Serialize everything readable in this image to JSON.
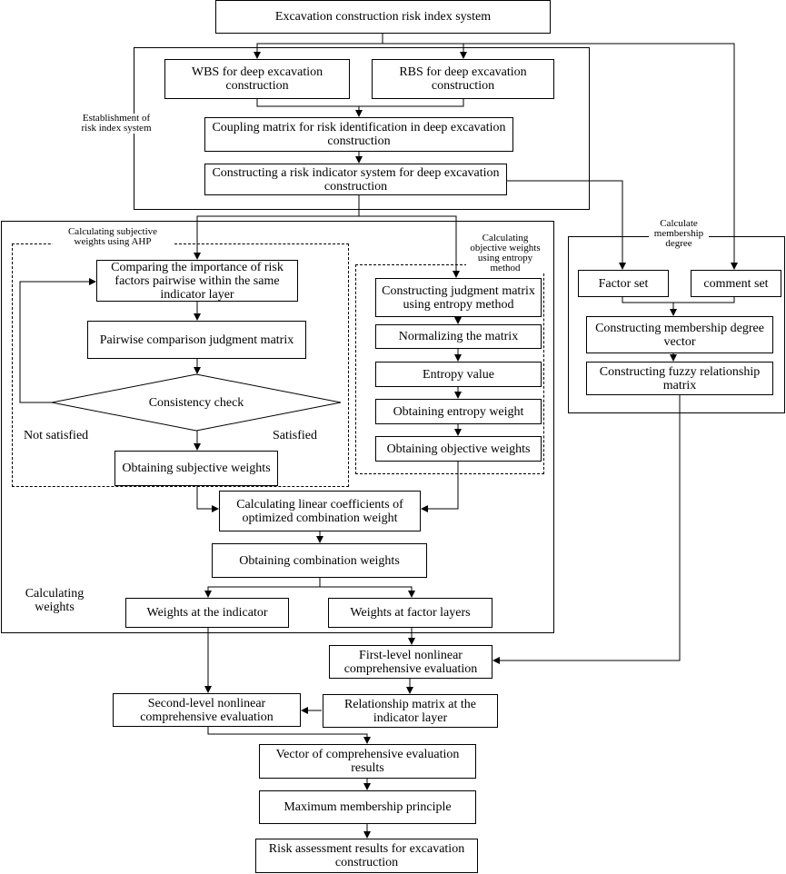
{
  "nodes": {
    "risk_index_system": "Excavation construction risk index system",
    "wbs": "WBS for deep excavation\nconstruction",
    "rbs": "RBS for deep excavation\nconstruction",
    "coupling_matrix": "Coupling matrix for risk identification in deep excavation\nconstruction",
    "constructing_indicator_system": "Constructing a risk indicator system for deep excavation\nconstruction",
    "comparing_importance": "Comparing the importance of risk\nfactors pairwise within the same\nindicator layer",
    "pairwise_matrix": "Pairwise comparison judgment matrix",
    "consistency_check": "Consistency check",
    "subjective_weights": "Obtaining subjective weights",
    "judgment_matrix_entropy": "Constructing judgment matrix\nusing entropy method",
    "normalizing": "Normalizing the matrix",
    "entropy_value": "Entropy value",
    "entropy_weight": "Obtaining entropy weight",
    "objective_weights": "Obtaining objective weights",
    "linear_coefficients": "Calculating linear coefficients of\noptimized combination weight",
    "combination_weights": "Obtaining combination weights",
    "weights_indicator": "Weights at the indicator",
    "weights_factor": "Weights at factor layers",
    "factor_set": "Factor set",
    "comment_set": "comment set",
    "membership_vector": "Constructing membership degree\nvector",
    "fuzzy_matrix": "Constructing fuzzy relationship\nmatrix",
    "first_level": "First-level nonlinear\ncomprehensive evaluation",
    "relationship_matrix": "Relationship matrix at the\nindicator layer",
    "second_level": "Second-level nonlinear\ncomprehensive evaluation",
    "evaluation_vector": "Vector of comprehensive evaluation\nresults",
    "max_membership": "Maximum membership principle",
    "final_results": "Risk assessment results for excavation\nconstruction"
  },
  "labels": {
    "establishment": "Establishment of\nrisk index system",
    "subjective_ahp": "Calculating subjective\nweights using AHP",
    "objective_entropy": "Calculating\nobjective weights\nusing entropy\nmethod",
    "membership_degree": "Calculate\nmembership\ndegree",
    "calculating_weights": "Calculating\nweights",
    "not_satisfied": "Not satisfied",
    "satisfied": "Satisfied"
  }
}
